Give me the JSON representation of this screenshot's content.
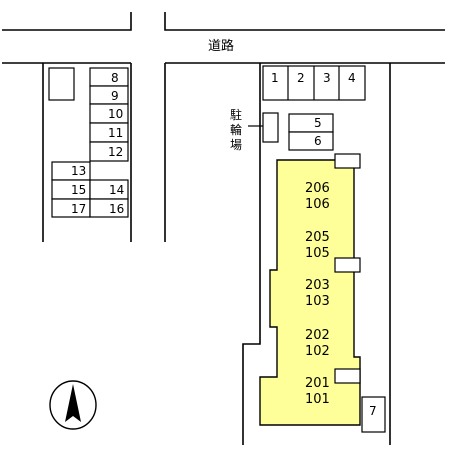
{
  "road_label": "道路",
  "bicycle_parking_label": [
    "駐",
    "輪",
    "場"
  ],
  "left_parking_labels": [
    "8",
    "9",
    "10",
    "11",
    "12",
    "13",
    "15",
    "14",
    "17",
    "16"
  ],
  "top_parking_labels": [
    "1",
    "2",
    "3",
    "4"
  ],
  "mid_parking_labels": [
    "5",
    "6"
  ],
  "extra_parking_label": "7",
  "rooms": [
    {
      "upper": "206",
      "lower": "106"
    },
    {
      "upper": "205",
      "lower": "105"
    },
    {
      "upper": "203",
      "lower": "103"
    },
    {
      "upper": "202",
      "lower": "102"
    },
    {
      "upper": "201",
      "lower": "101"
    }
  ],
  "building_color": "#FFFF99",
  "icons": [
    "north-arrow-icon"
  ]
}
